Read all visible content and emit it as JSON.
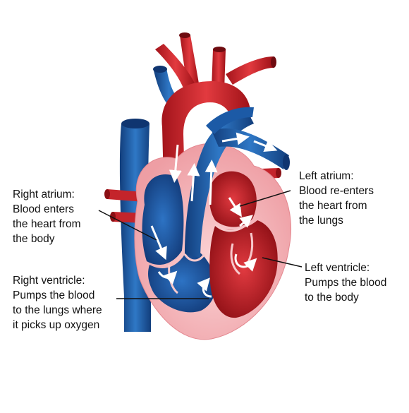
{
  "labels": {
    "right_atrium": [
      "Right atrium:",
      "Blood enters",
      "the heart from",
      "the body"
    ],
    "right_ventricle": [
      "Right ventricle:",
      "Pumps the blood",
      "to the lungs where",
      "it picks up oxygen"
    ],
    "left_atrium": [
      "Left atrium:",
      "Blood re-enters",
      "the heart from",
      "the lungs"
    ],
    "left_ventricle": [
      "Left ventricle:",
      "Pumps the blood",
      "to the body"
    ]
  },
  "colors": {
    "oxygenated": "#d8262e",
    "deoxygenated": "#1f5fae",
    "muscle": "#f3a9ae",
    "leader_line": "#111111"
  }
}
